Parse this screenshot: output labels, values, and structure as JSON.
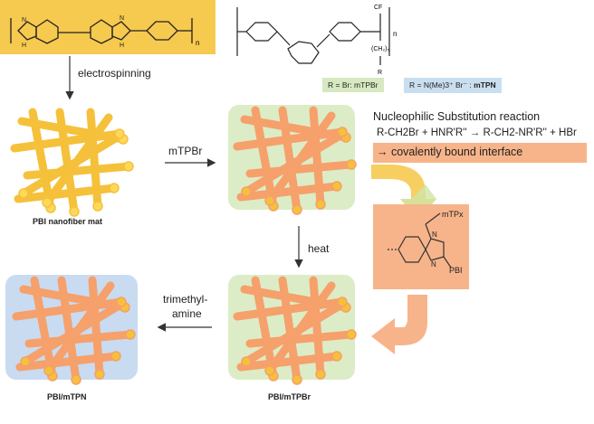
{
  "polymer_pbi": {
    "n_label": "n"
  },
  "polymer_mtp": {
    "cf3": "CF3",
    "ch2": "(CH2)5",
    "r": "R",
    "n_label": "n"
  },
  "tags": {
    "green": "R = Br: mTPBr",
    "blue_prefix": "R = N(Me)3⁺ Br⁻ : ",
    "blue_bold": "mTPN"
  },
  "steps": {
    "electrospinning": "electrospinning",
    "mtpbr_arrow": "mTPBr",
    "heat": "heat",
    "trimethylamine_line1": "trimethyl-",
    "trimethylamine_line2": "amine"
  },
  "reaction": {
    "title": "Nucleophilic Substitution reaction",
    "equation_left": "R-CH2Br + HNR'R''",
    "equation_arrow": "→",
    "equation_right": "R-CH2-NR'R'' + HBr",
    "result_arrow": "→",
    "result": "covalently bound interface"
  },
  "inset": {
    "mtpx": "mTPx",
    "pbi": "PBI",
    "n": "N"
  },
  "captions": {
    "pbi_mat": "PBI nanofiber mat",
    "pbi_mtpn": "PBI/mTPN",
    "pbi_mtpbr": "PBI/mTPBr"
  },
  "colors": {
    "yellow_fiber": "#f5c13a",
    "orange_fiber": "#f6a06b",
    "green_bg": "#dcecc6",
    "blue_bg": "#c9dbf0",
    "yellow_bg": "#f6c94f",
    "orange_box": "#f7b48a"
  }
}
